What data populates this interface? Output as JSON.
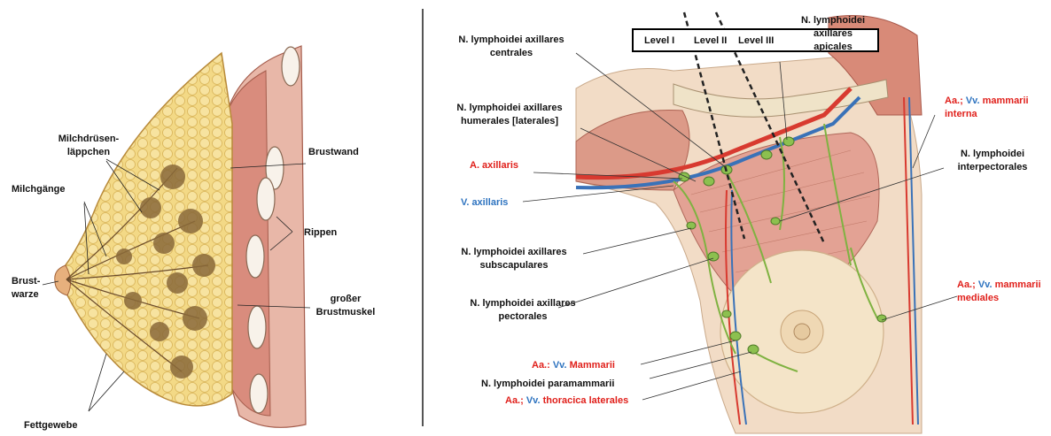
{
  "left_figure": {
    "labels": {
      "lobules": "Milchdrüsen-\nläppchen",
      "ducts": "Milchgänge",
      "nipple": "Brust-\nwarze",
      "fat": "Fettgewebe",
      "chest_wall": "Brustwand",
      "ribs": "Rippen",
      "pectoralis": "großer\nBrustmuskel"
    }
  },
  "right_figure": {
    "levels": [
      "Level I",
      "Level II",
      "Level III"
    ],
    "labels": {
      "central": "N. lymphoidei axillares\ncentrales",
      "apical": "N. lymphoidei\naxillares\napicales",
      "humeral": "N. lymphoidei axillares\nhumerales [laterales]",
      "a_axillaris": "A. axillaris",
      "v_axillaris": "V. axillaris",
      "subscapular": "N. lymphoidei axillares\nsubscapulares",
      "pectoral": "N. lymphoidei axillares\npectorales",
      "interpectoral": "N. lymphoidei\ninterpectorales",
      "paramammary": "N. lymphoidei paramammarii"
    },
    "mammaria_interna": {
      "aa": "Aa.;",
      "vv": "Vv.",
      "rest": "mammarii",
      "line2": "interna"
    },
    "mammaria_medialis": {
      "aa": "Aa.;",
      "vv": "Vv.",
      "rest": "mammarii",
      "line2": "mediales"
    },
    "mammarii_lower": {
      "aa": "Aa.:",
      "vv": "Vv.",
      "rest": "Mammarii"
    },
    "thoracica": {
      "aa": "Aa.;",
      "vv": "Vv.",
      "rest": "thoracica laterales"
    }
  },
  "colors": {
    "artery": "#e0201b",
    "vein": "#2f74c0",
    "lymph": "#7fb241",
    "fat": "#f0d27a",
    "muscle": "#d98c7d"
  }
}
